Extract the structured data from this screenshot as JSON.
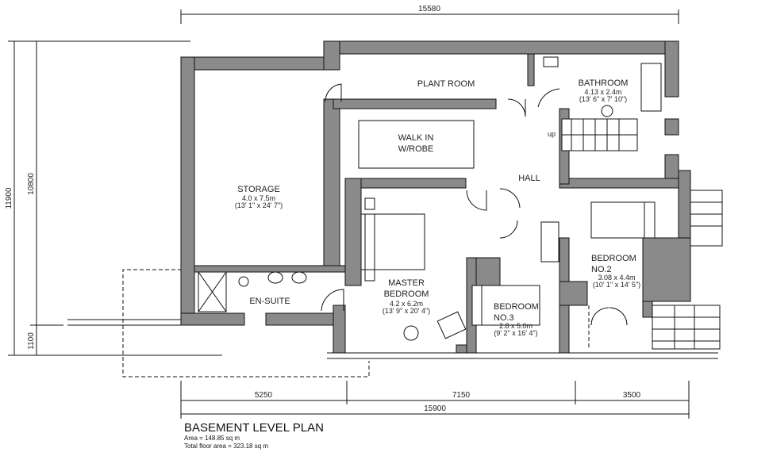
{
  "dimensions": {
    "top_width": "15580",
    "bottom_width": "15900",
    "segment_1": "5250",
    "segment_2": "7150",
    "segment_3": "3500",
    "outer_height": "11900",
    "inner_height": "10800",
    "lower_height": "1100"
  },
  "rooms": {
    "plant_room": {
      "name": "PLANT ROOM"
    },
    "bathroom": {
      "name": "BATHROOM",
      "metric": "4.13 x 2.4m",
      "imperial": "(13' 6\" x 7' 10\")"
    },
    "walk_in": {
      "line1": "WALK IN",
      "line2": "W/ROBE"
    },
    "hall": {
      "name": "HALL"
    },
    "stair_label": "up",
    "storage": {
      "name": "STORAGE",
      "metric": "4.0 x 7.5m",
      "imperial": "(13' 1\" x 24' 7\")"
    },
    "ensuite": {
      "name": "EN-SUITE"
    },
    "master": {
      "line1": "MASTER",
      "line2": "BEDROOM",
      "metric": "4.2 x 6.2m",
      "imperial": "(13' 9\" x 20' 4\")"
    },
    "bedroom3": {
      "line1": "BEDROOM",
      "line2": "NO.3",
      "metric": "2.8 x 5.0m",
      "imperial": "(9' 2\" x 16' 4\")"
    },
    "bedroom2": {
      "line1": "BEDROOM",
      "line2": "NO.2",
      "metric": "3.08 x 4.4m",
      "imperial": "(10' 1\" x 14' 5\")"
    }
  },
  "caption": {
    "title": "BASEMENT LEVEL PLAN",
    "area": "Area = 148.85 sq m",
    "total": "Total floor area =  323.18 sq m"
  }
}
